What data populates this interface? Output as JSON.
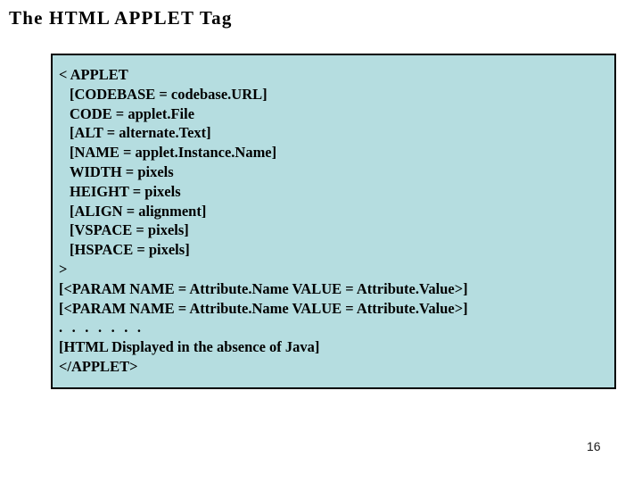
{
  "slide": {
    "title": "The HTML APPLET Tag",
    "page_number": "16",
    "colors": {
      "box_background": "#b5dde0",
      "box_border": "#000000",
      "text": "#000000",
      "page_background": "#ffffff"
    }
  },
  "code_block": {
    "lines": [
      {
        "text": "< APPLET",
        "indent": false
      },
      {
        "text": "[CODEBASE = codebase.URL]",
        "indent": true
      },
      {
        "text": "CODE = applet.File",
        "indent": true
      },
      {
        "text": "[ALT = alternate.Text]",
        "indent": true
      },
      {
        "text": "[NAME = applet.Instance.Name]",
        "indent": true
      },
      {
        "text": "WIDTH = pixels",
        "indent": true
      },
      {
        "text": "HEIGHT = pixels",
        "indent": true
      },
      {
        "text": "[ALIGN = alignment]",
        "indent": true
      },
      {
        "text": "[VSPACE = pixels]",
        "indent": true
      },
      {
        "text": "[HSPACE = pixels]",
        "indent": true
      },
      {
        "text": ">",
        "indent": false
      },
      {
        "text": "[<PARAM NAME = Attribute.Name VALUE = Attribute.Value>]",
        "indent": false
      },
      {
        "text": "[<PARAM NAME = Attribute.Name VALUE = Attribute.Value>]",
        "indent": false
      },
      {
        "text": ". . . . . . .",
        "indent": false
      },
      {
        "text": "[HTML Displayed in the absence of Java]",
        "indent": false
      },
      {
        "text": "</APPLET>",
        "indent": false
      }
    ]
  }
}
